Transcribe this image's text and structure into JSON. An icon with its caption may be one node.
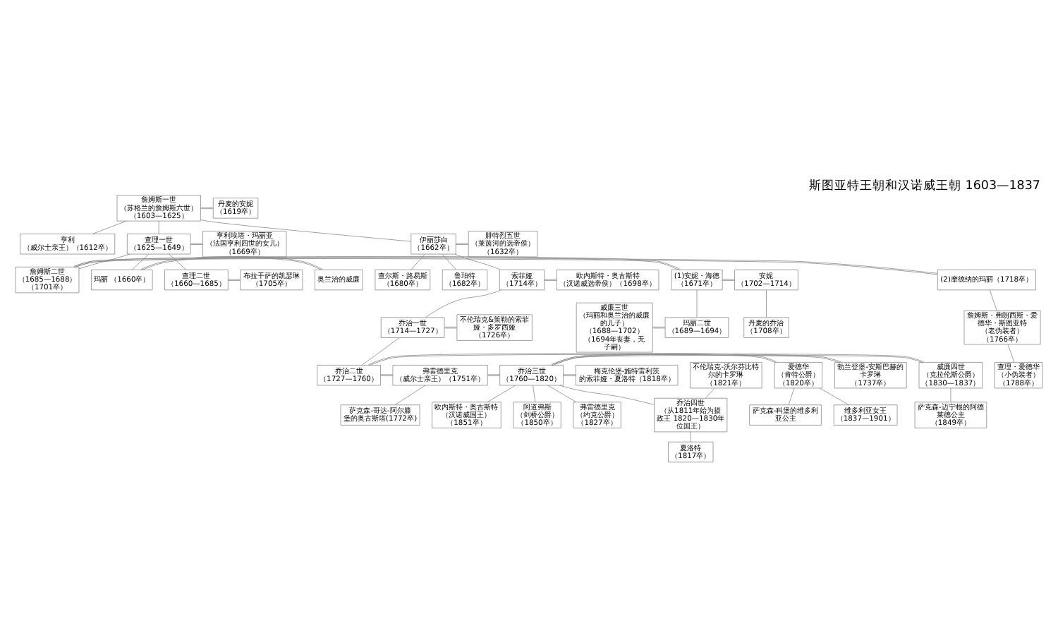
{
  "diagram": {
    "title": "斯图亚特王朝和汉诺威王朝 1603—1837",
    "nodes": [
      {
        "text": [
          "詹姆斯一世",
          "（苏格兰的詹姆斯六世）",
          "（1603—1625）"
        ]
      },
      {
        "text": [
          "丹麦的安妮",
          "（1619卒）"
        ]
      },
      {
        "text": [
          "亨利",
          "（威尔士亲王）（1612卒）"
        ]
      },
      {
        "text": [
          "伊丽莎白",
          "（1662卒）"
        ]
      },
      {
        "text": [
          "腓特烈五世",
          "（莱茵河的选帝侯）",
          "（1632卒）"
        ]
      },
      {
        "text": [
          "查理一世",
          "（1625—1649）"
        ]
      },
      {
        "text": [
          "亨利埃塔・玛丽亚",
          "（法国亨利四世的女儿）（1669卒）"
        ]
      },
      {
        "text": [
          "查尔斯・路易斯",
          "（1680卒）"
        ]
      },
      {
        "text": [
          "鲁珀特",
          "（1682卒）"
        ]
      },
      {
        "text": [
          "索菲娅",
          "（1714卒）"
        ]
      },
      {
        "text": [
          "欧内斯特・奥古斯特",
          "（汉诺威选帝侯）（1698卒）"
        ]
      },
      {
        "text": [
          "查理二世",
          "（1660—1685）"
        ]
      },
      {
        "text": [
          "布拉干萨的凯瑟琳",
          "（1705卒）"
        ]
      },
      {
        "text": [
          "詹姆斯二世",
          "（1685—1688）",
          "（1701卒）"
        ]
      },
      {
        "text": [
          "玛丽 （1660卒）"
        ]
      },
      {
        "text": [
          "奥兰治的威廉"
        ]
      },
      {
        "text": [
          "乔治一世",
          "（1714—1727）"
        ]
      },
      {
        "text": [
          "不伦瑞克&策勒的索菲娅・多罗西娅",
          "（1726卒）"
        ]
      },
      {
        "text": [
          "(1)安妮・海德",
          "（1671卒）"
        ]
      },
      {
        "text": [
          "(2)摩德纳的玛丽（1718卒）"
        ]
      },
      {
        "text": [
          "乔治二世",
          "（1727—1760）"
        ]
      },
      {
        "text": [
          "勃兰登堡-安斯巴赫的卡罗琳",
          "（1737卒）"
        ]
      },
      {
        "text": [
          "威廉三世",
          "（玛丽和奥兰治的威廉的儿子）",
          "（1688—1702）",
          "（1694年丧妻，无子嗣）"
        ]
      },
      {
        "text": [
          "玛丽二世",
          "（1689—1694）"
        ]
      },
      {
        "text": [
          "安妮",
          "（1702—1714）"
        ]
      },
      {
        "text": [
          "詹姆斯・弗朗西斯・爱德华・斯图亚特",
          "（老伪装者）",
          "（1766卒）"
        ]
      },
      {
        "text": [
          "丹麦的乔治",
          "（1708卒）"
        ]
      },
      {
        "text": [
          "弗雷德里克",
          "（威尔士亲王）（1751卒）"
        ]
      },
      {
        "text": [
          "萨克森-哥达-阿尔滕堡的奥古斯塔(1772卒)"
        ]
      },
      {
        "text": [
          "查理・爱德华",
          "（小伪装者）",
          "（1788卒）"
        ]
      },
      {
        "text": [
          "乔治三世",
          "（1760—1820）"
        ]
      },
      {
        "text": [
          "梅克伦堡-施特雷利茨的索菲娅・夏洛特（1818卒）"
        ]
      },
      {
        "text": [
          "不伦瑞克-沃尔芬比特尔的卡罗琳",
          "（1821卒）"
        ]
      },
      {
        "text": [
          "乔治四世",
          "（从1811年始为摄政王 1820—1830年位国王）"
        ]
      },
      {
        "text": [
          "弗雷德里克",
          "（约克公爵）",
          "（1827卒）"
        ]
      },
      {
        "text": [
          "威廉四世",
          "（克拉伦斯公爵）",
          "（1830—1837）"
        ]
      },
      {
        "text": [
          "萨克森-迈宁根的阿德莱德公主",
          "（1849卒）"
        ]
      },
      {
        "text": [
          "爱德华",
          "（肯特公爵）",
          "（1820卒）"
        ]
      },
      {
        "text": [
          "萨克森-科堡的维多利亚公主"
        ]
      },
      {
        "text": [
          "欧内斯特・奥古斯特",
          "（汉诺威国王）",
          "（1851卒）"
        ]
      },
      {
        "text": [
          "阿道弗斯",
          "（剑桥公爵）",
          "（1850卒）"
        ]
      },
      {
        "text": [
          "夏洛特",
          "（1817卒）"
        ]
      },
      {
        "text": [
          "维多利亚女王",
          "（1837—1901）"
        ]
      }
    ],
    "edges": [
      {
        "from": 0,
        "to": 1,
        "arrow": "none"
      },
      {
        "from": 0,
        "to": 2,
        "arrow": "none"
      },
      {
        "from": 0,
        "to": 3,
        "arrow": "none"
      },
      {
        "from": 0,
        "to": 5,
        "arrow": "none"
      },
      {
        "from": 3,
        "to": 4,
        "arrow": "none"
      },
      {
        "from": 5,
        "to": 6,
        "arrow": "none"
      },
      {
        "from": 3,
        "to": 7,
        "arrow": "none"
      },
      {
        "from": 3,
        "to": 8,
        "arrow": "none"
      },
      {
        "from": 3,
        "to": 9,
        "arrow": "none"
      },
      {
        "from": 9,
        "to": 10,
        "arrow": "none"
      },
      {
        "from": 5,
        "to": 11,
        "arrow": "none"
      },
      {
        "from": 5,
        "to": 13,
        "arrow": "none"
      },
      {
        "from": 5,
        "to": 14,
        "arrow": "none"
      },
      {
        "from": 11,
        "to": 12,
        "arrow": "none"
      },
      {
        "from": 14,
        "to": 15,
        "arrow": "none"
      },
      {
        "from": 9,
        "to": 16,
        "arrow": "none"
      },
      {
        "from": 16,
        "to": 17,
        "arrow": "none"
      },
      {
        "from": 13,
        "to": 18,
        "arrow": "none"
      },
      {
        "from": 13,
        "to": 19,
        "arrow": "none"
      },
      {
        "from": 16,
        "to": 20,
        "arrow": "none"
      },
      {
        "from": 20,
        "to": 21,
        "arrow": "none"
      },
      {
        "from": 22,
        "to": 23,
        "arrow": "none"
      },
      {
        "from": 18,
        "to": 23,
        "arrow": "none"
      },
      {
        "from": 18,
        "to": 24,
        "arrow": "none"
      },
      {
        "from": 19,
        "to": 25,
        "arrow": "none"
      },
      {
        "from": 24,
        "to": 26,
        "arrow": "none"
      },
      {
        "from": 20,
        "to": 27,
        "arrow": "none"
      },
      {
        "from": 27,
        "to": 28,
        "arrow": "none"
      },
      {
        "from": 25,
        "to": 29,
        "arrow": "none"
      },
      {
        "from": 27,
        "to": 30,
        "arrow": "none"
      },
      {
        "from": 30,
        "to": 31,
        "arrow": "none"
      },
      {
        "from": 32,
        "to": 33,
        "arrow": "none"
      },
      {
        "from": 30,
        "to": 33,
        "arrow": "none"
      },
      {
        "from": 30,
        "to": 34,
        "arrow": "none"
      },
      {
        "from": 30,
        "to": 35,
        "arrow": "none"
      },
      {
        "from": 35,
        "to": 36,
        "arrow": "none"
      },
      {
        "from": 30,
        "to": 37,
        "arrow": "none"
      },
      {
        "from": 37,
        "to": 38,
        "arrow": "none"
      },
      {
        "from": 30,
        "to": 39,
        "arrow": "none"
      },
      {
        "from": 30,
        "to": 40,
        "arrow": "none"
      },
      {
        "from": 33,
        "to": 41,
        "arrow": "none"
      },
      {
        "from": 37,
        "to": 42,
        "arrow": "none"
      }
    ]
  }
}
